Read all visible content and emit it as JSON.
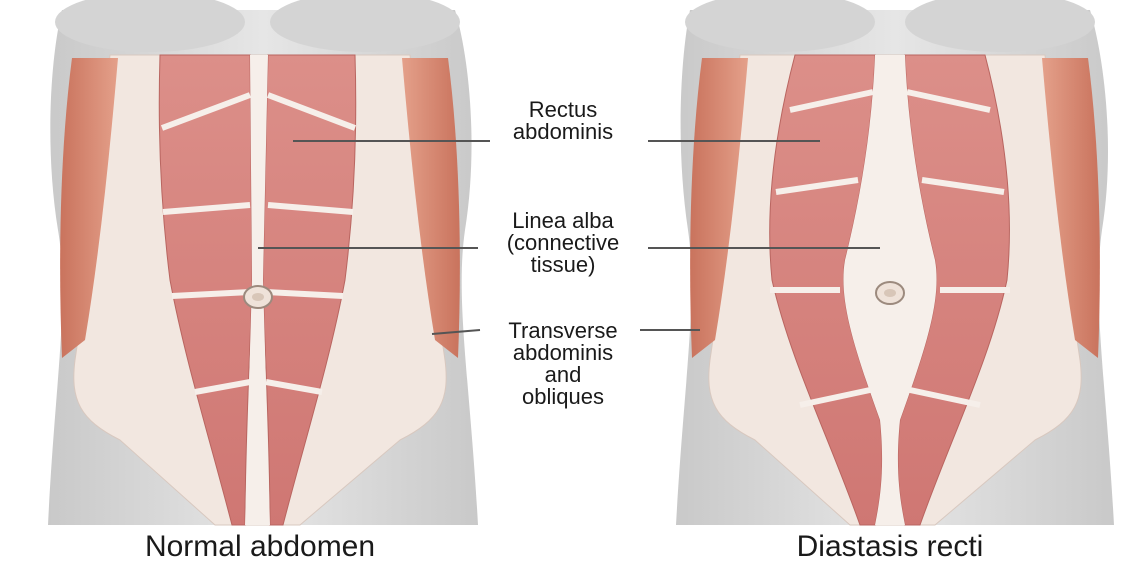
{
  "labels": {
    "rectus": [
      "Rectus",
      "abdominis"
    ],
    "linea": [
      "Linea alba",
      "(connective",
      "tissue)"
    ],
    "transverse": [
      "Transverse",
      "abdominis",
      "and",
      "obliques"
    ]
  },
  "captions": {
    "left": "Normal abdomen",
    "right": "Diastasis recti"
  },
  "colors": {
    "skin": "#d9d9d9",
    "skin_shade": "#bdbdbd",
    "muscle": "#d9857f",
    "muscle_dark": "#c46a66",
    "oblique": "#d88a74",
    "fascia": "#f1e6df",
    "tendon": "#f6efea",
    "line": "#555555"
  }
}
